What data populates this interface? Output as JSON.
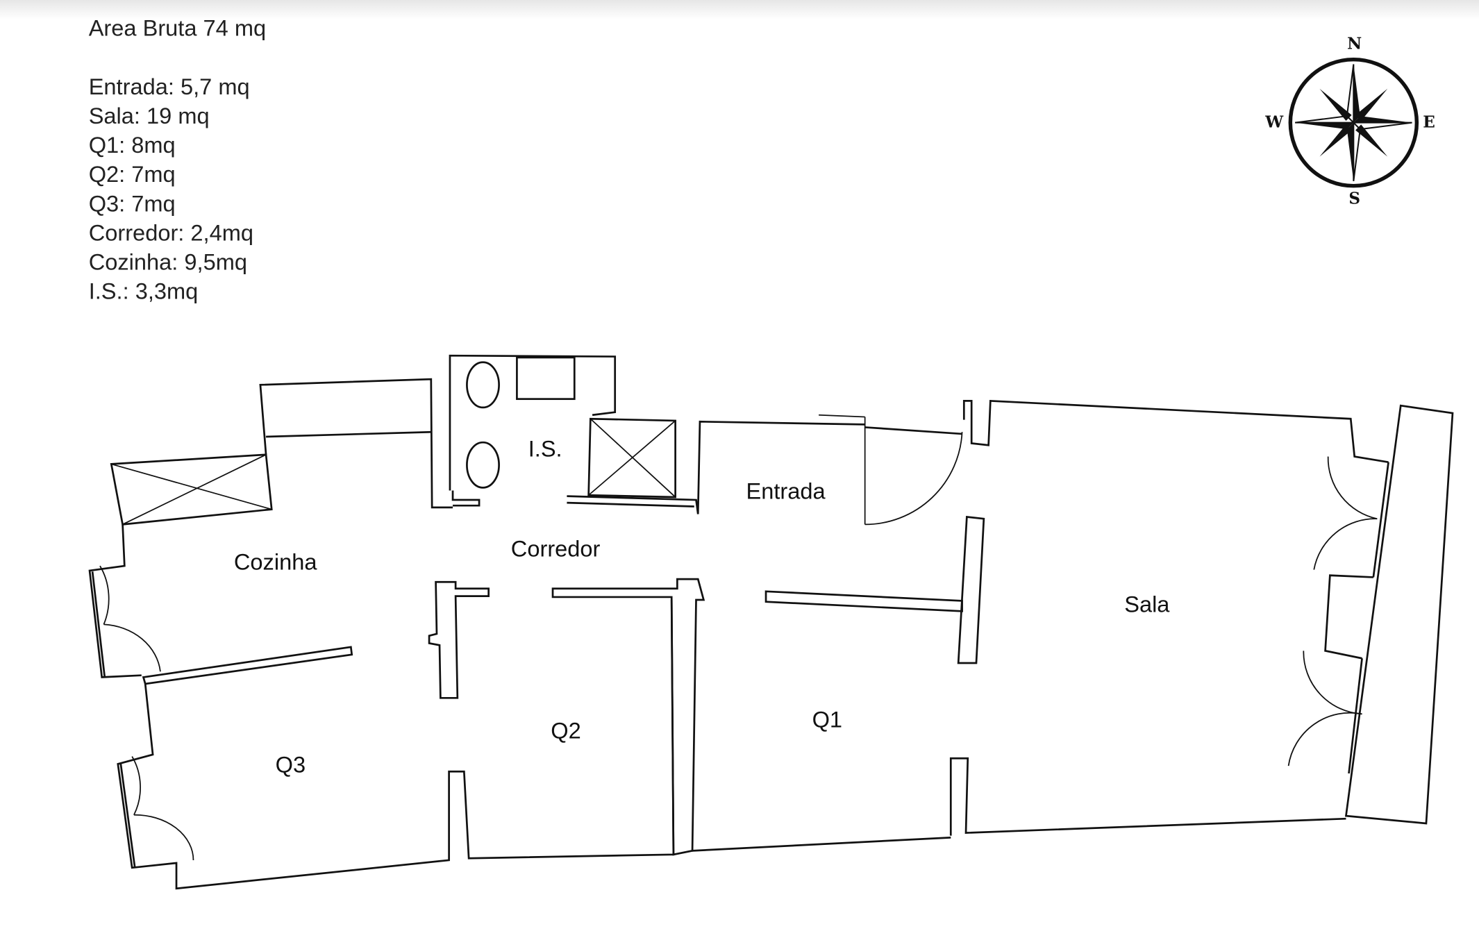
{
  "summary": {
    "title": "Area Bruta 74 mq",
    "areas": [
      "Entrada: 5,7 mq",
      "Sala:  19 mq",
      "Q1: 8mq",
      "Q2:  7mq",
      "Q3: 7mq",
      "Corredor: 2,4mq",
      "Cozinha: 9,5mq",
      "I.S.:  3,3mq"
    ]
  },
  "compass": {
    "n": "N",
    "s": "S",
    "e": "E",
    "w": "W"
  },
  "rooms": {
    "is": "I.S.",
    "entrada": "Entrada",
    "corredor": "Corredor",
    "cozinha": "Cozinha",
    "sala": "Sala",
    "q1": "Q1",
    "q2": "Q2",
    "q3": "Q3"
  }
}
